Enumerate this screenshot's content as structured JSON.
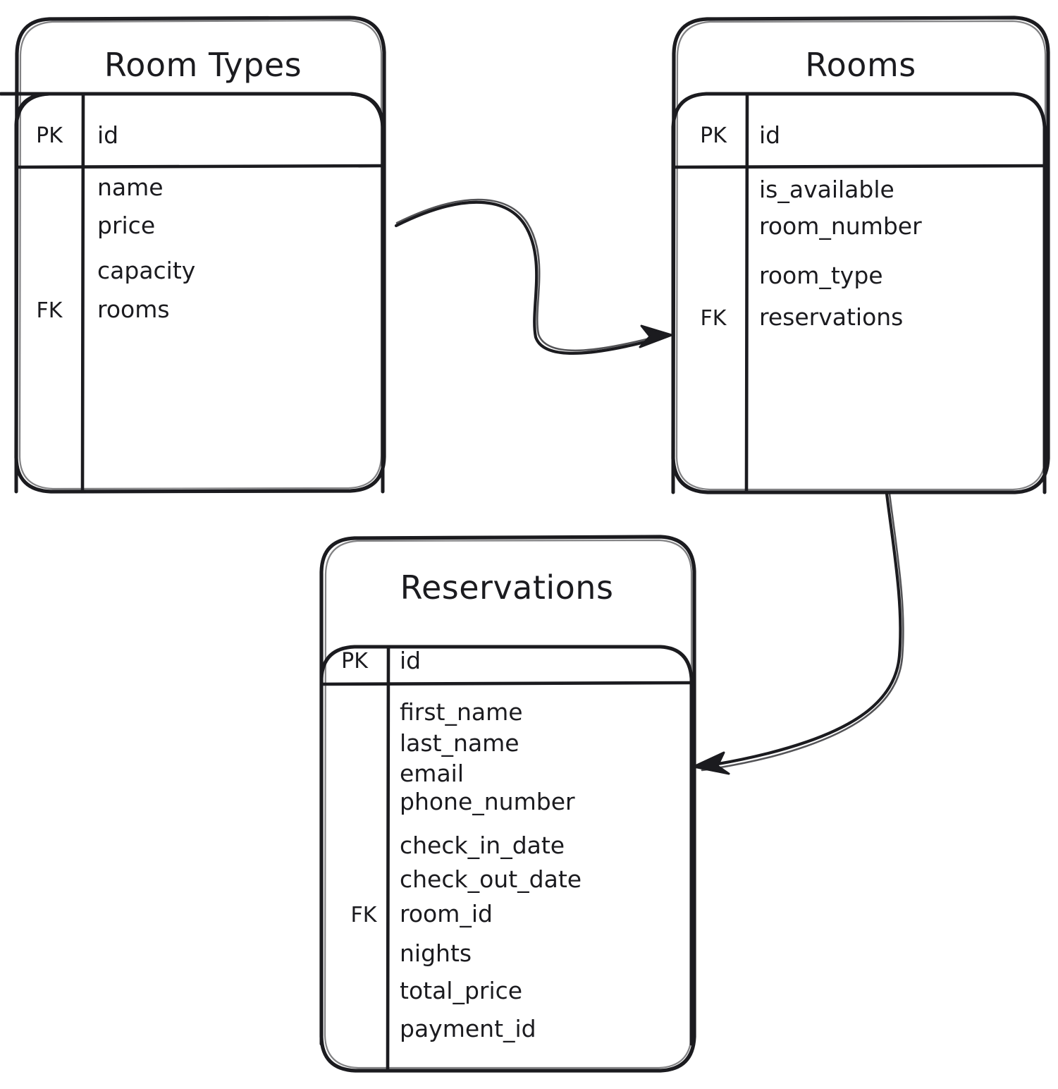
{
  "diagram": {
    "type": "entity-relationship-diagram",
    "style": "hand-drawn",
    "background_color": "#ffffff",
    "stroke_color": "#1b1b1f",
    "entities": [
      {
        "id": "room_types",
        "title": "Room Types",
        "primary_key": {
          "key": "PK",
          "field": "id"
        },
        "foreign_key_label": "FK",
        "foreign_key_field": "rooms",
        "fields": [
          "name",
          "price",
          "capacity",
          "rooms"
        ]
      },
      {
        "id": "rooms",
        "title": "Rooms",
        "primary_key": {
          "key": "PK",
          "field": "id"
        },
        "foreign_key_label": "FK",
        "foreign_key_field": "reservations",
        "fields": [
          "is_available",
          "room_number",
          "room_type",
          "reservations"
        ]
      },
      {
        "id": "reservations",
        "title": "Reservations",
        "primary_key": {
          "key": "PK",
          "field": "id"
        },
        "foreign_key_label": "FK",
        "foreign_key_field": "room_id",
        "fields": [
          "first_name",
          "last_name",
          "email",
          "phone_number",
          "check_in_date",
          "check_out_date",
          "room_id",
          "nights",
          "total_price",
          "payment_id"
        ]
      }
    ],
    "relationships": [
      {
        "id": "rel-room-types-to-rooms",
        "from": "room_types",
        "to": "rooms",
        "arrow": "single-headed"
      },
      {
        "id": "rel-rooms-to-reservations",
        "from": "rooms",
        "to": "reservations",
        "arrow": "single-headed"
      }
    ]
  }
}
